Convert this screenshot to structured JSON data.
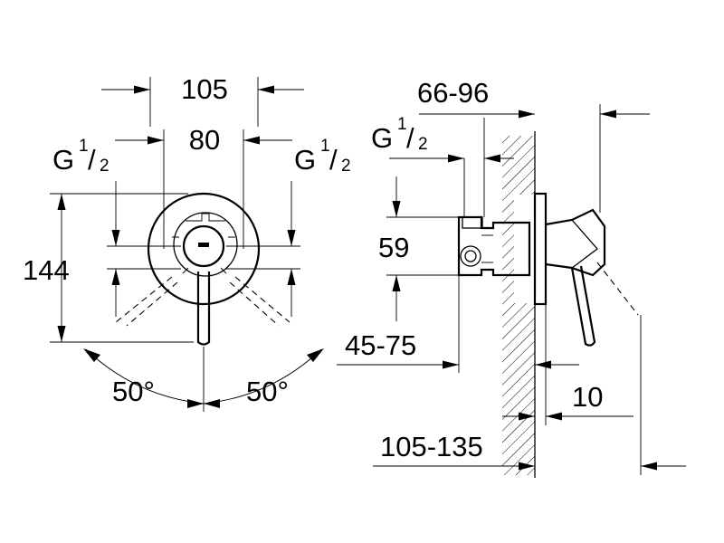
{
  "front_view": {
    "width_outer": "105",
    "width_inner": "80",
    "thread_left": {
      "main": "G",
      "num": "1",
      "slash": "/",
      "den": "2"
    },
    "thread_right": {
      "main": "G",
      "num": "1",
      "slash": "/",
      "den": "2"
    },
    "height": "144",
    "angle_left": "50°",
    "angle_right": "50°"
  },
  "side_view": {
    "depth_range": "66-96",
    "thread": {
      "main": "G",
      "num": "1",
      "slash": "/",
      "den": "2"
    },
    "center_height": "59",
    "install_depth": "45-75",
    "plate": "10",
    "total_depth": "105-135"
  }
}
